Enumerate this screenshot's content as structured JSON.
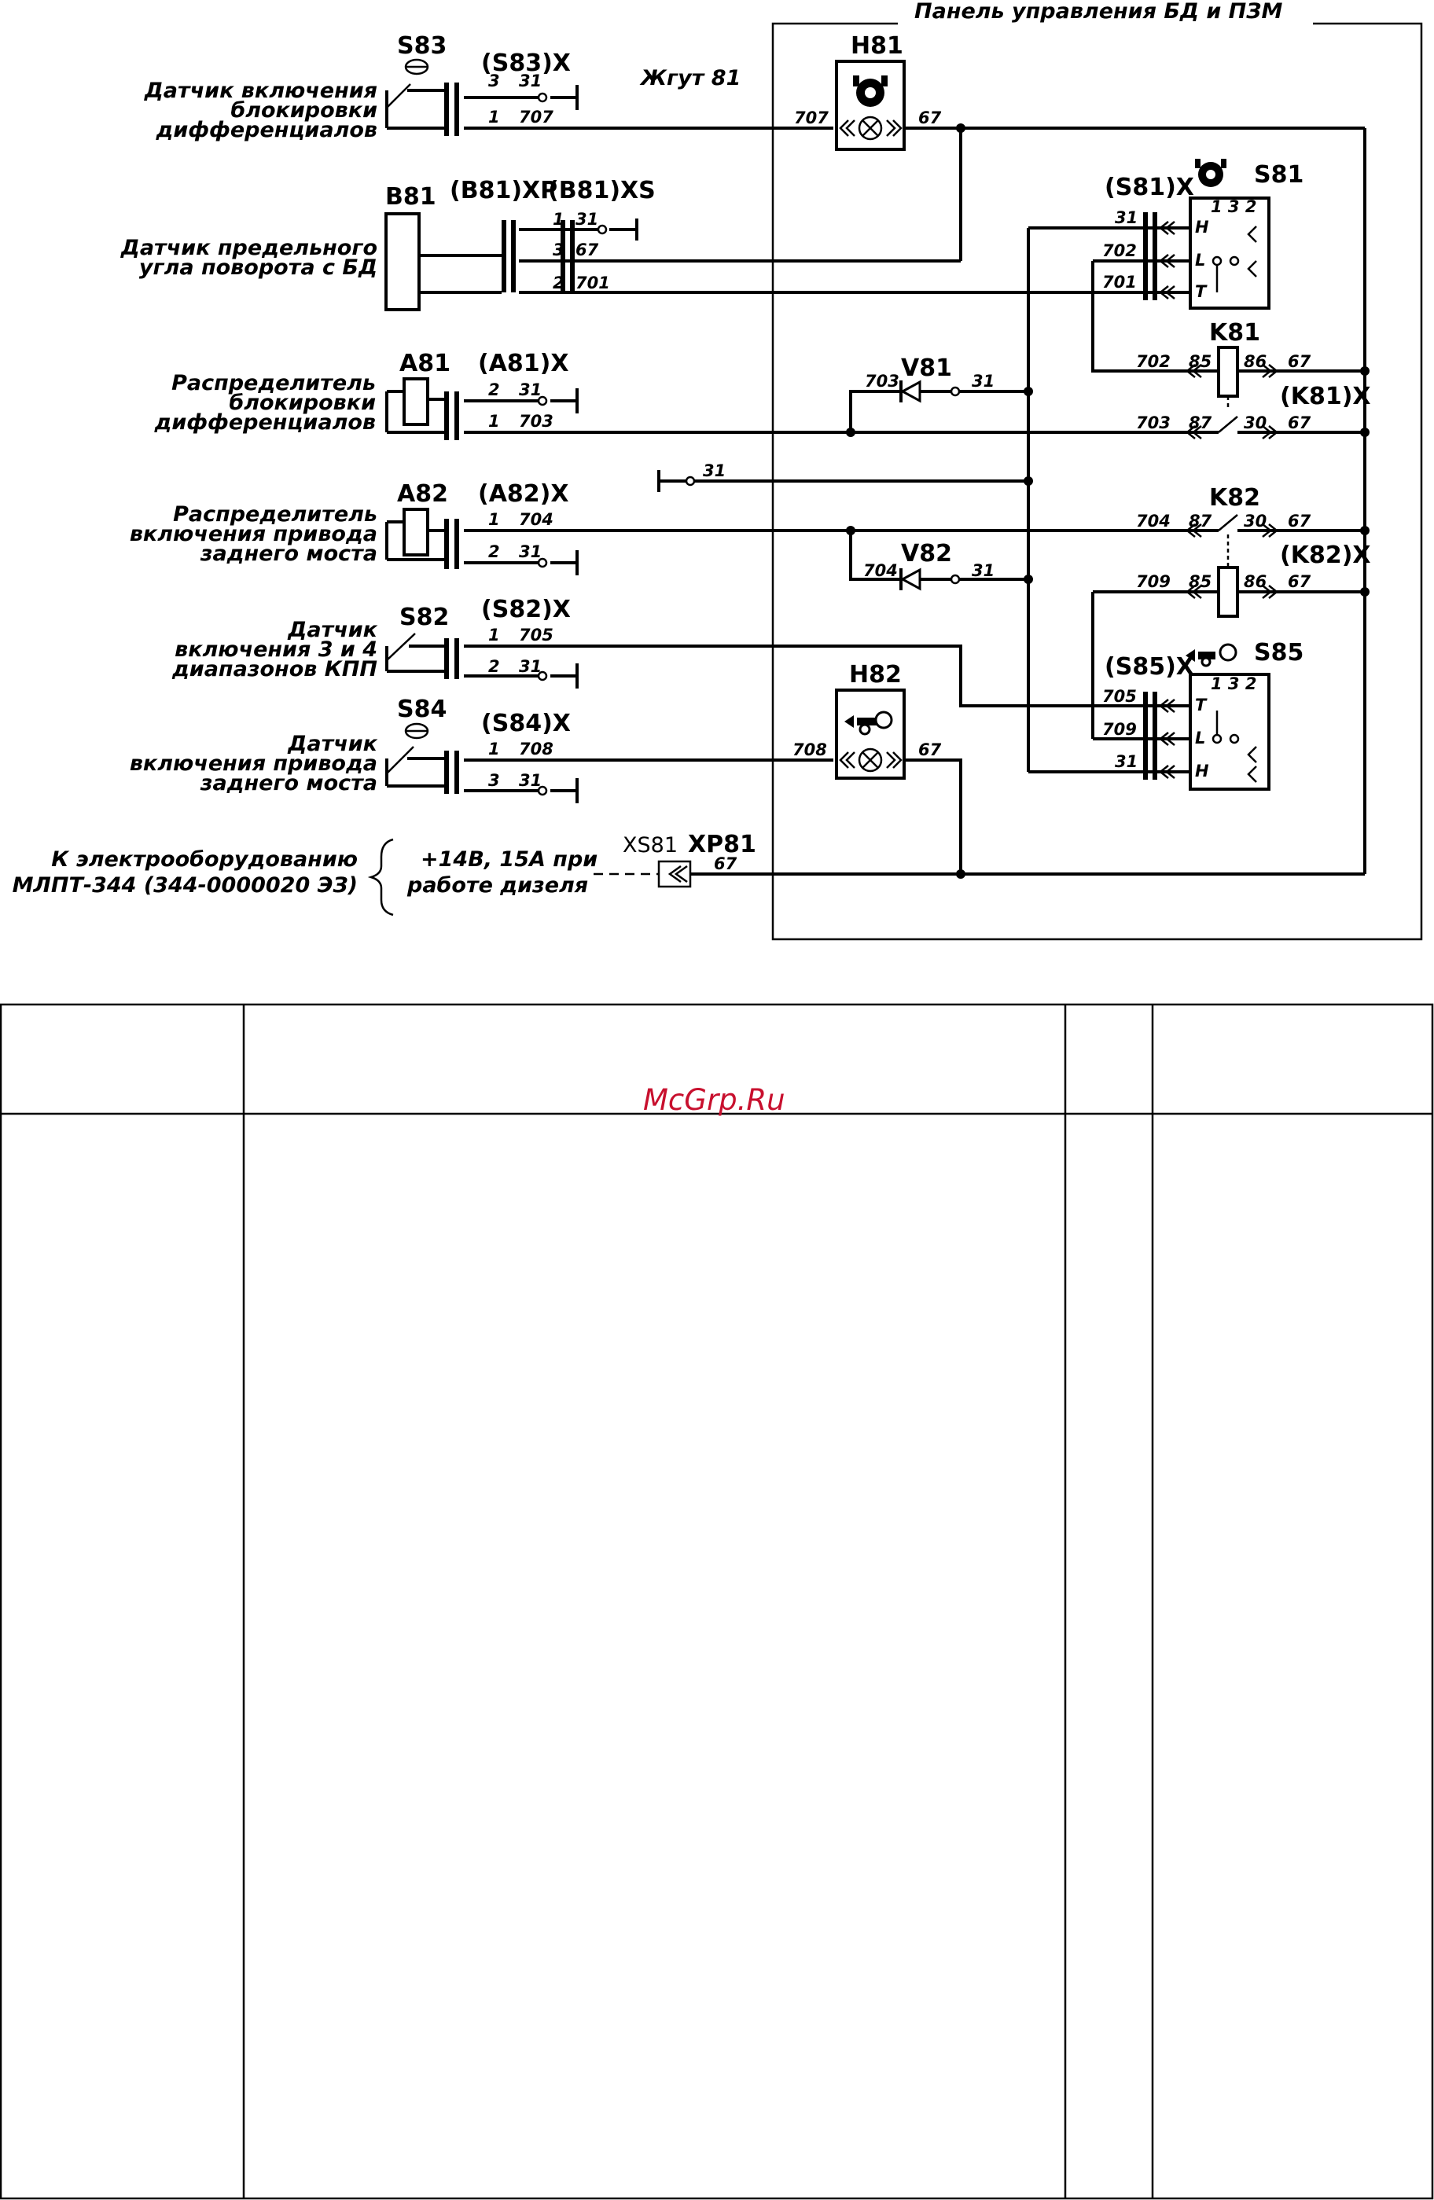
{
  "panel_title": "Панель управления БД и ПЗМ",
  "harness_label": "Жгут 81",
  "left_labels": {
    "s83": [
      "Датчик включения",
      "блокировки",
      "дифференциалов"
    ],
    "b81": [
      "Датчик предельного",
      "угла поворота с БД"
    ],
    "a81": [
      "Распределитель",
      "блокировки",
      "дифференциалов"
    ],
    "a82": [
      "Распределитель",
      "включения привода",
      "заднего моста"
    ],
    "s82": [
      "Датчик",
      "включения 3 и 4",
      "диапазонов КПП"
    ],
    "s84": [
      "Датчик",
      "включения привода",
      "заднего моста"
    ],
    "ext": [
      "К электрооборудованию",
      "МЛПТ-344 (344-0000020 ЭЗ)"
    ],
    "power": [
      "+14В, 15А при",
      "работе дизеля"
    ]
  },
  "refs": {
    "s83": "S83",
    "s83x": "(S83)X",
    "b81": "B81",
    "b81xp": "(B81)XP",
    "b81xs": "(B81)XS",
    "a81": "A81",
    "a81x": "(A81)X",
    "a82": "A82",
    "a82x": "(A82)X",
    "s82": "S82",
    "s82x": "(S82)X",
    "s84": "S84",
    "s84x": "(S84)X",
    "h81": "H81",
    "h82": "H82",
    "s81": "S81",
    "s81x": "(S81)X",
    "s85": "S85",
    "s85x": "(S85)X",
    "k81": "K81",
    "k81x": "(K81)X",
    "k82": "K82",
    "k82x": "(K82)X",
    "v81": "V81",
    "v82": "V82",
    "xs81": "XS81",
    "xp81": "XP81"
  },
  "pins": {
    "n1": "1",
    "n2": "2",
    "n3": "3",
    "p31": "31",
    "p67": "67",
    "p701": "701",
    "p702": "702",
    "p703": "703",
    "p704": "704",
    "p705": "705",
    "p707": "707",
    "p708": "708",
    "p709": "709",
    "p85": "85",
    "p86": "86",
    "p87": "87",
    "p30": "30",
    "sw_t": "T",
    "sw_l": "L",
    "sw_h": "H",
    "sw_132": "1 3 2"
  },
  "watermark": "McGrp.Ru",
  "colors": {
    "ink": "#000000",
    "watermark": "#c8102e"
  }
}
